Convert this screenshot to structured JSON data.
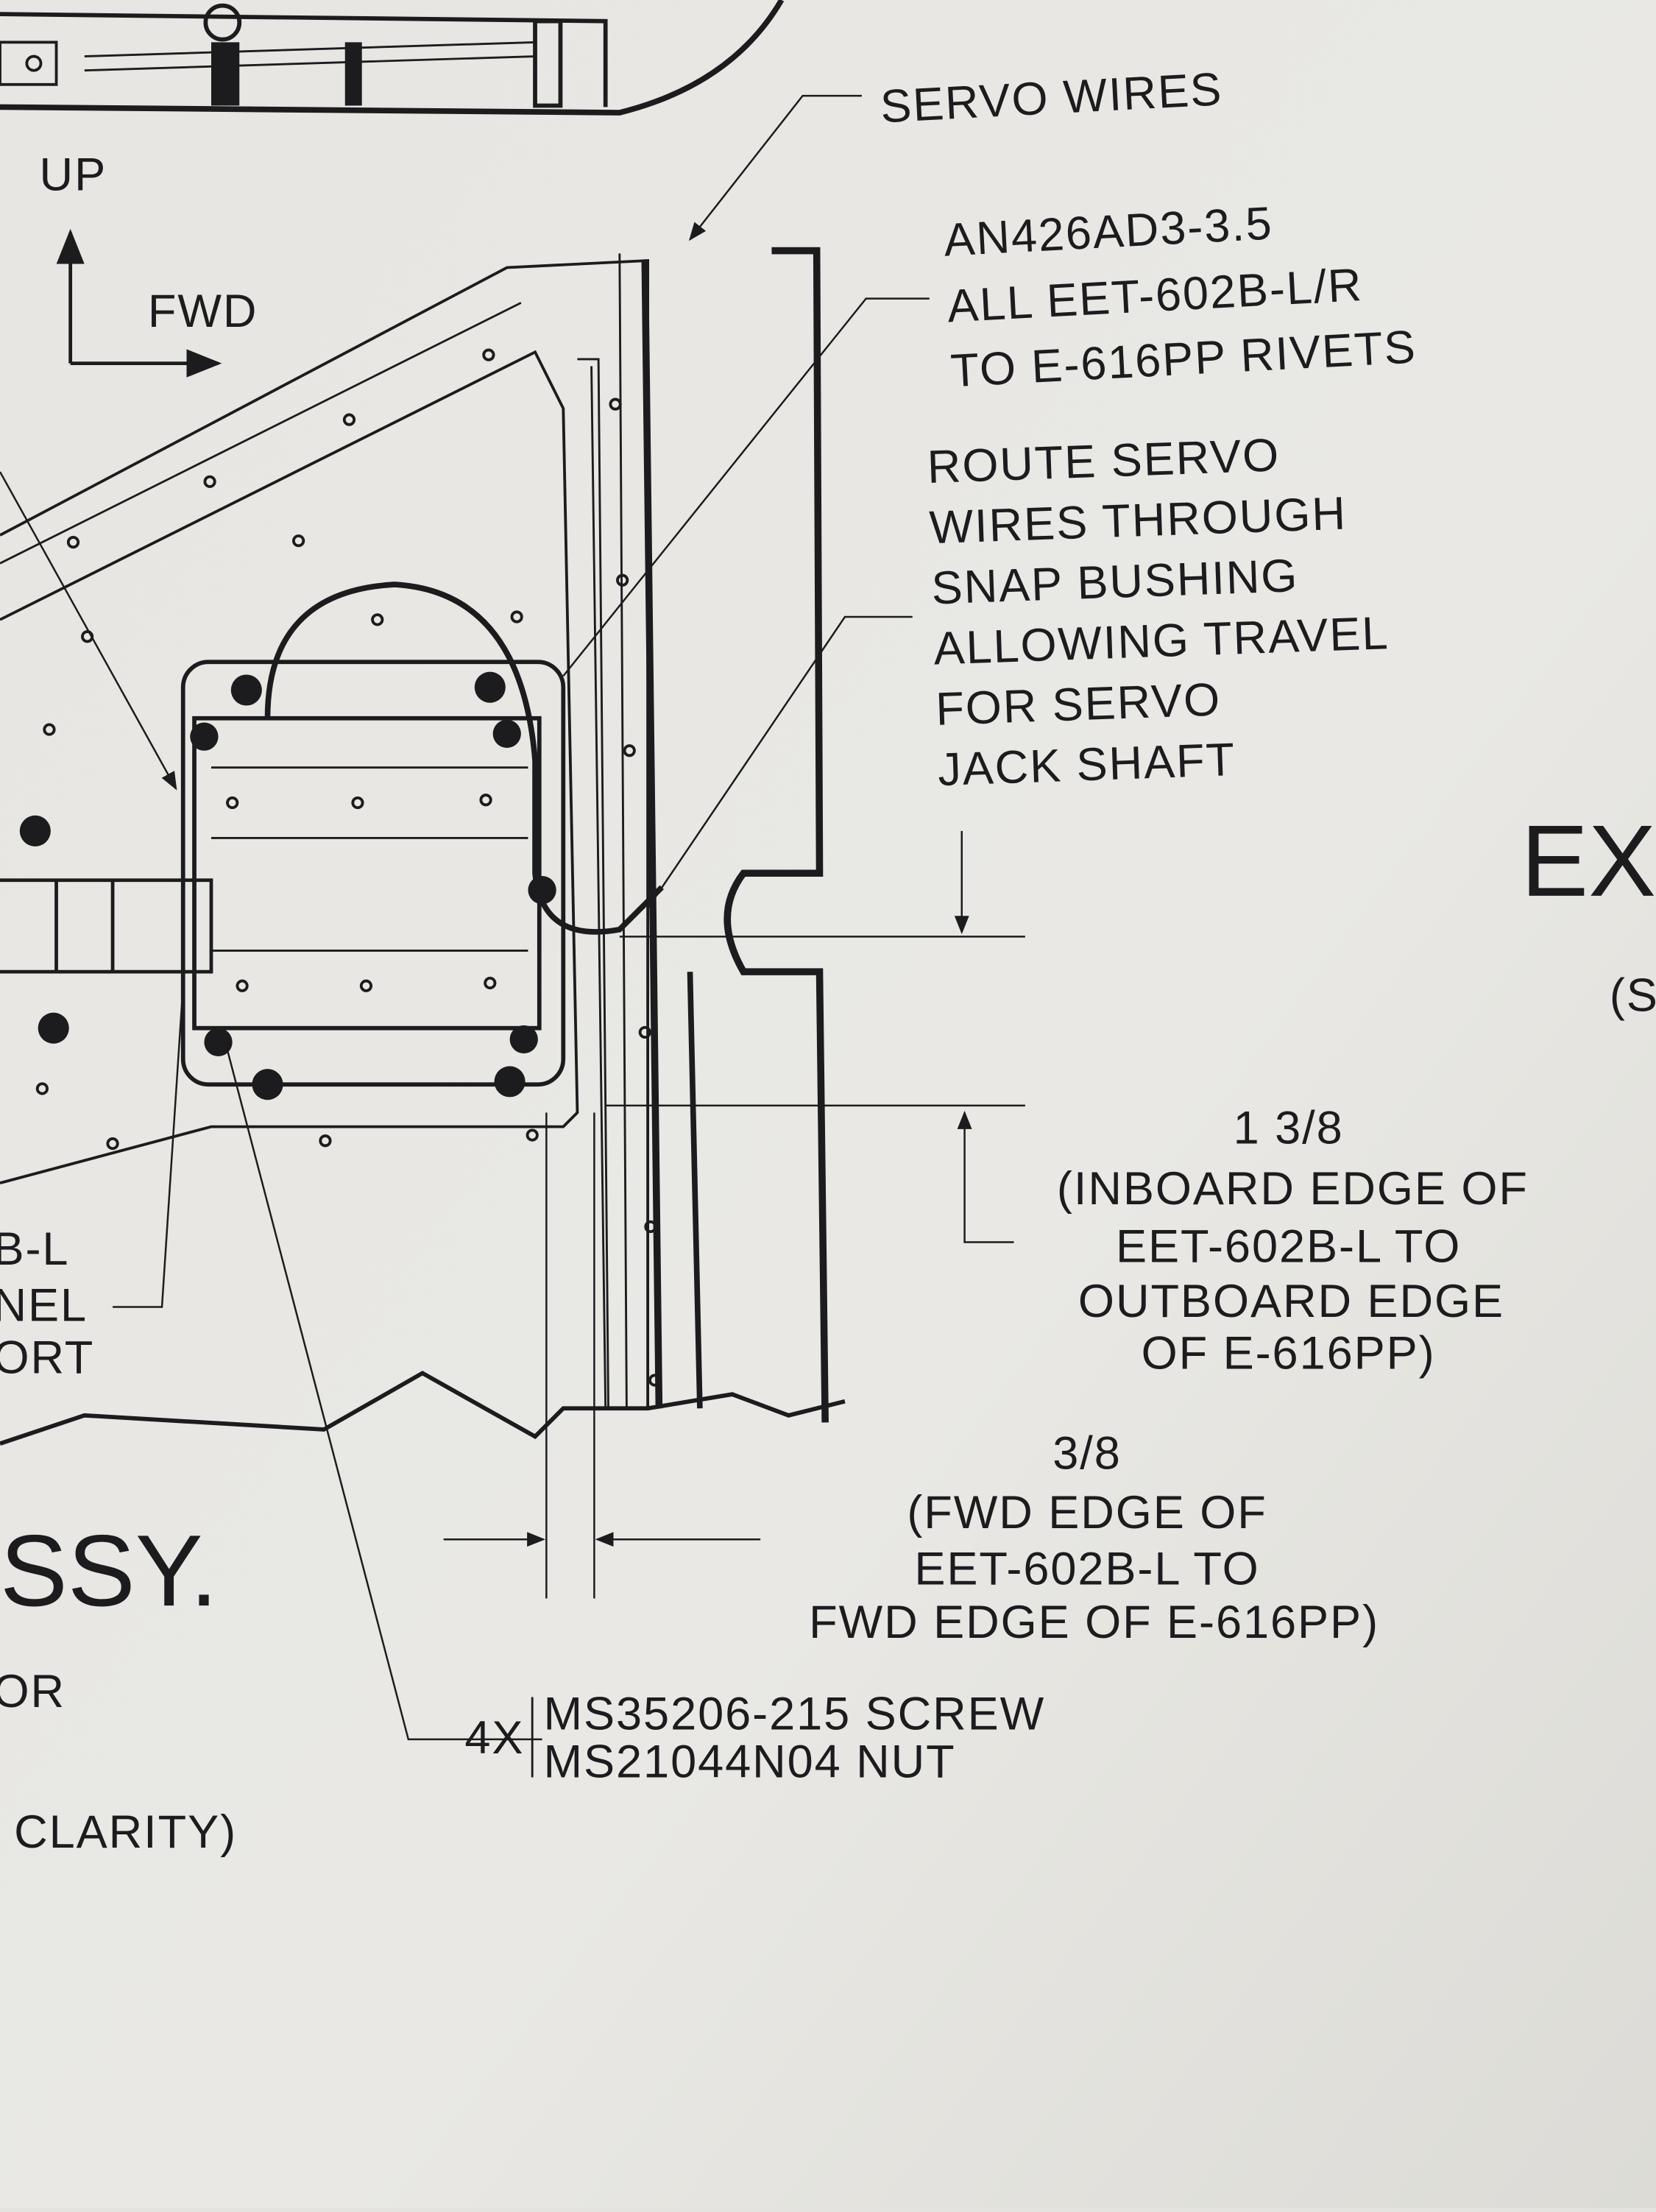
{
  "drawing": {
    "orientation": {
      "up": "UP",
      "fwd": "FWD"
    },
    "callouts": {
      "servo_wires": "SERVO WIRES",
      "rivets": [
        "AN426AD3-3.5",
        "ALL EET-602B-L/R",
        "TO E-616PP RIVETS"
      ],
      "route": [
        "ROUTE SERVO",
        "WIRES THROUGH",
        "SNAP BUSHING",
        "ALLOWING TRAVEL",
        "FOR SERVO",
        "JACK SHAFT"
      ],
      "dim_inboard": [
        "1 3/8",
        "(INBOARD EDGE OF",
        "EET-602B-L TO",
        "OUTBOARD EDGE",
        "OF E-616PP)"
      ],
      "dim_fwd": [
        "3/8",
        "(FWD EDGE OF",
        "EET-602B-L TO",
        "FWD EDGE OF E-616PP)"
      ],
      "hardware_qty": "4X",
      "hardware": [
        "MS35206-215 SCREW",
        "MS21044N04 NUT"
      ],
      "panel_partial": [
        "B-L",
        "NEL",
        "ORT"
      ],
      "title_partial": "SSY.",
      "note_partial": [
        "OR",
        "CLARITY)"
      ],
      "right_title_partial": "EX",
      "right_note_partial": "(S"
    }
  }
}
